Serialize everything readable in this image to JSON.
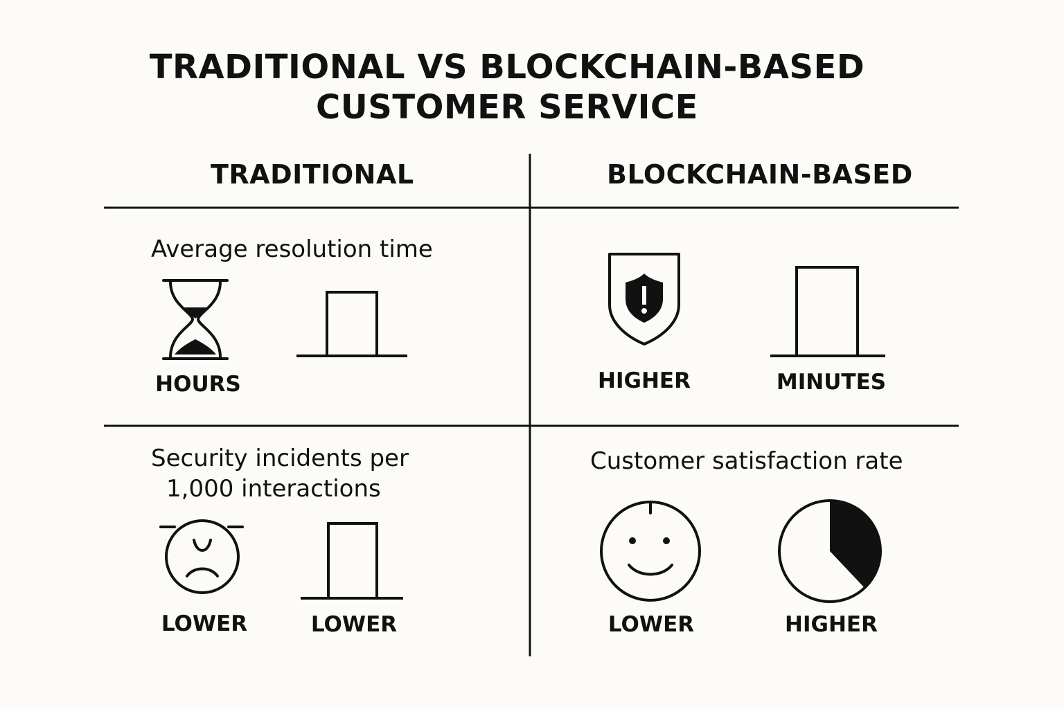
{
  "title_line1": "TRADITIONAL VS BLOCKCHAIN-BASED",
  "title_line2": "CUSTOMER SERVICE",
  "columns": {
    "left": "TRADITIONAL",
    "right": "BLOCKCHAIN-BASED"
  },
  "cells": {
    "resolution": {
      "heading": "Average resolution time",
      "icon_label": "HOURS"
    },
    "security_top": {
      "shield_label": "HIGHER",
      "bar_label": "MINUTES"
    },
    "incidents": {
      "heading_line1": "Security incidents per",
      "heading_line2": "1,000 interactions",
      "face_label": "LOWER",
      "bar_label": "LOWER"
    },
    "satisfaction": {
      "heading": "Customer satisfaction rate",
      "smile_label": "LOWER",
      "pie_label": "HIGHER"
    }
  },
  "icons": [
    "hourglass-icon",
    "shield-alert-icon",
    "sad-face-icon",
    "smile-face-icon",
    "pie-chart-icon"
  ],
  "colors": {
    "background": "#fcfbf7",
    "ink": "#111111"
  }
}
